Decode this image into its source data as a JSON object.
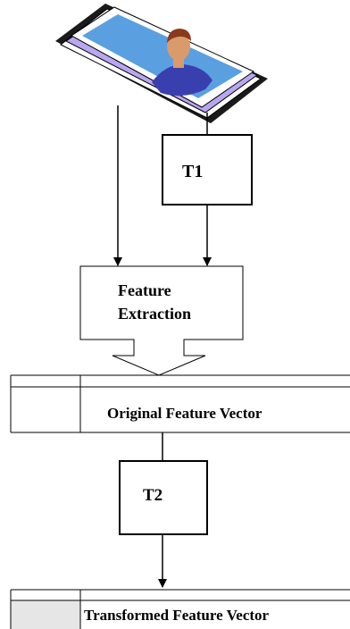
{
  "diagram": {
    "steps": {
      "t1_label": "T1",
      "feature_extraction_line1": "Feature",
      "feature_extraction_line2": "Extraction",
      "original_vector_label": "Original Feature Vector",
      "t2_label": "T2",
      "transformed_vector_label": "Transformed Feature Vector"
    },
    "image_icon": "photo-stack-icon",
    "colors": {
      "stroke": "#000000",
      "photo_sky": "#5aa0e0",
      "photo_frame": "#ffffff",
      "photo_shadow": "#1a1a1a",
      "photo_purple": "#8a6fd8",
      "shirt": "#3a3fb0",
      "skin": "#d99a6c",
      "hair": "#8a3a1a",
      "vector_cell_shaded": "#e6e6e6"
    }
  }
}
